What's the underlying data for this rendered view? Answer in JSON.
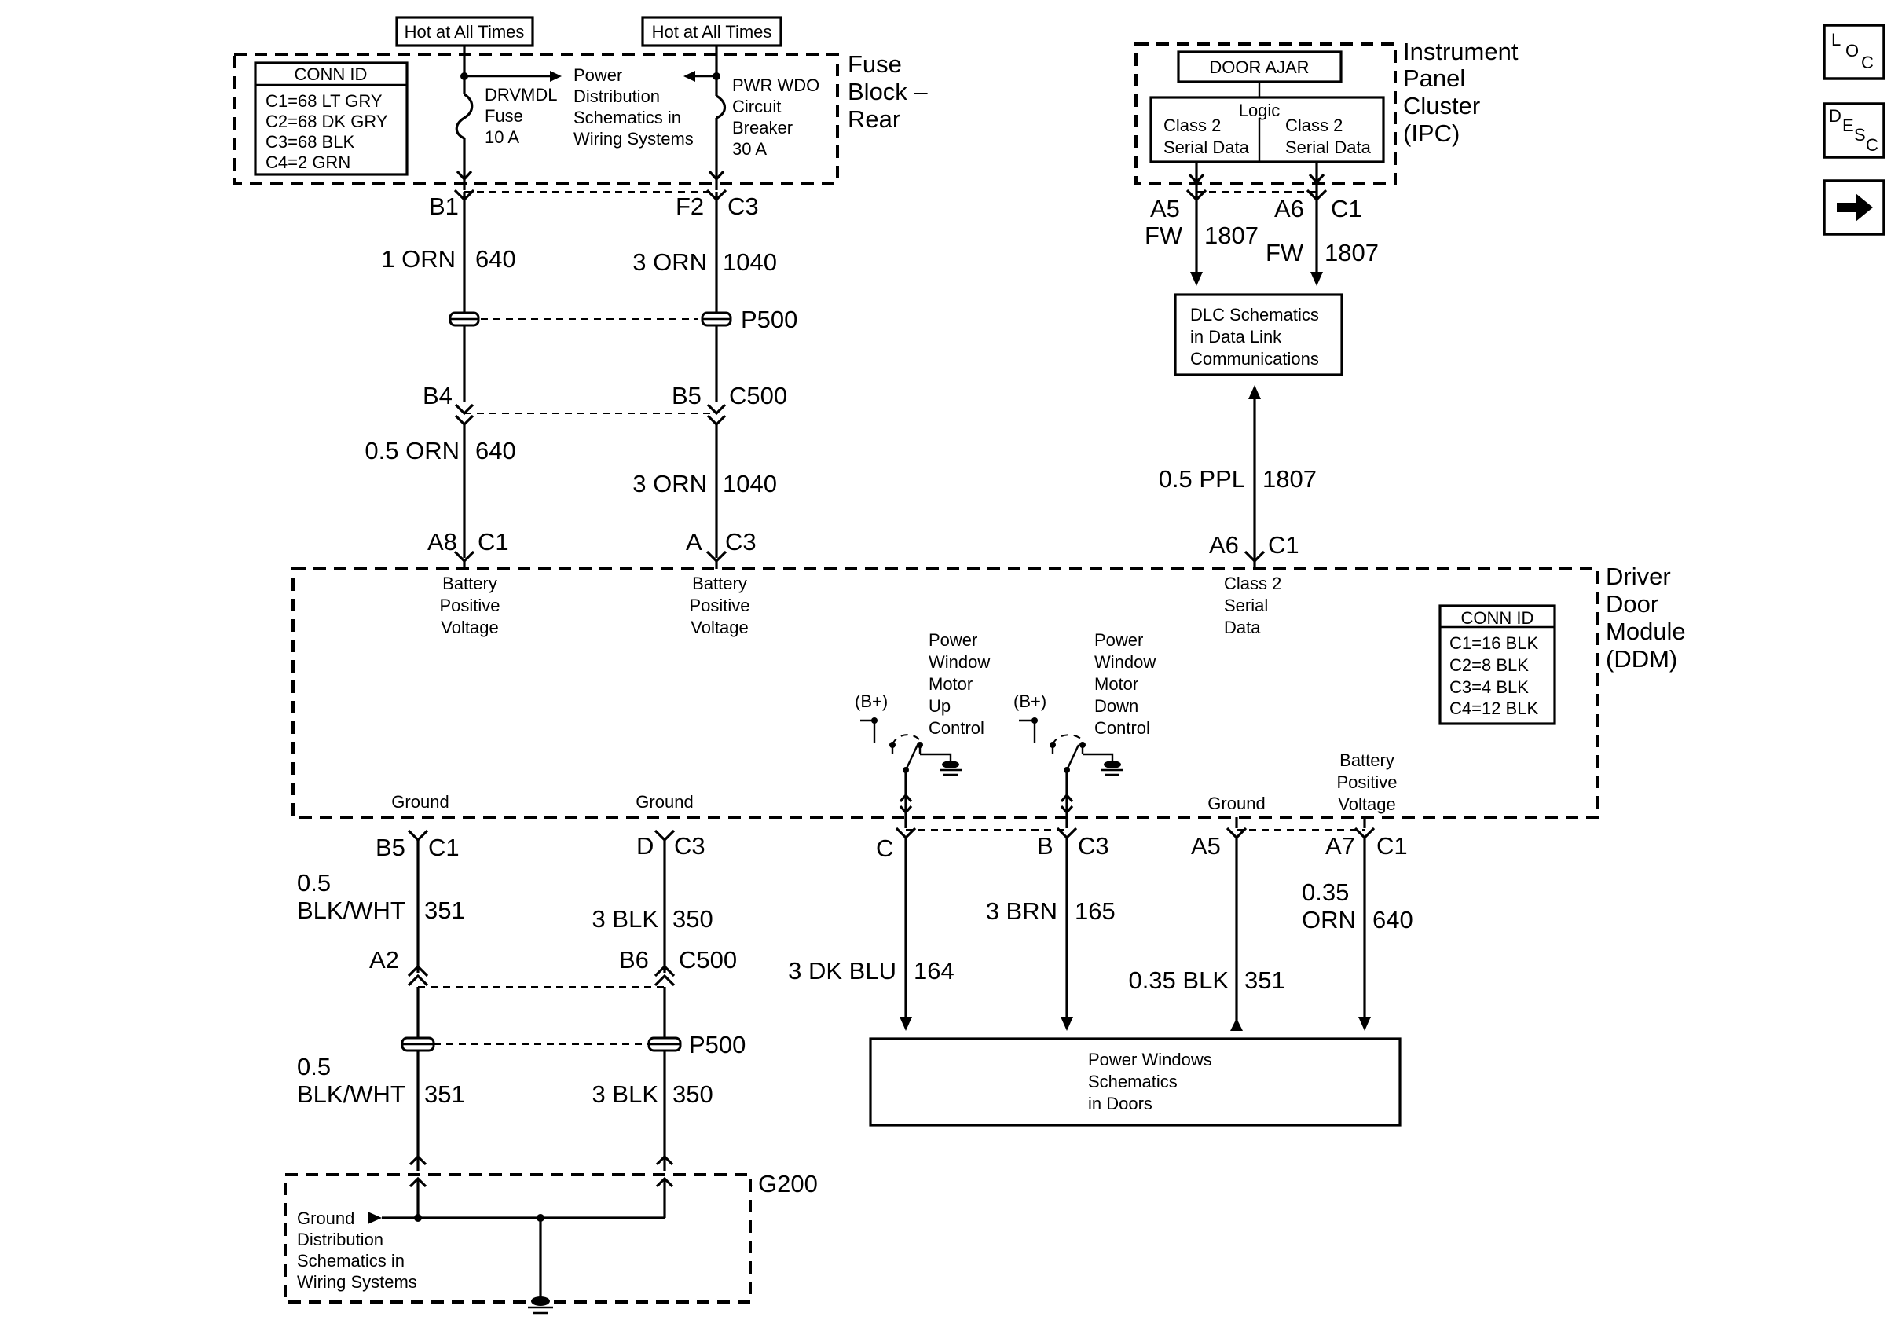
{
  "hot_labels": {
    "left": "Hot at All Times",
    "right": "Hot at All Times"
  },
  "fuse_block": {
    "name": [
      "Fuse",
      "Block –",
      "Rear"
    ],
    "conn_id": {
      "title": "CONN ID",
      "lines": [
        "C1=68 LT GRY",
        "C2=68 DK GRY",
        "C3=68 BLK",
        "C4=2 GRN"
      ]
    },
    "fuse": [
      "DRVMDL",
      "Fuse",
      "10 A"
    ],
    "breaker": [
      "PWR WDO",
      "Circuit",
      "Breaker",
      "30 A"
    ],
    "power_dist": [
      "Power",
      "Distribution",
      "Schematics in",
      "Wiring Systems"
    ]
  },
  "ipc": {
    "name": [
      "Instrument",
      "Panel",
      "Cluster",
      "(IPC)"
    ],
    "door_ajar": "DOOR AJAR",
    "logic": "Logic",
    "left_serial": [
      "Class 2",
      "Serial Data"
    ],
    "right_serial": [
      "Class 2",
      "Serial Data"
    ]
  },
  "dlc": [
    "DLC Schematics",
    "in Data Link",
    "Communications"
  ],
  "upper_wires": {
    "b1": "B1",
    "f2": "F2",
    "c3_top": "C3",
    "w1_gauge": "1 ORN",
    "w1_circuit": "640",
    "w2_gauge": "3 ORN",
    "w2_circuit": "1040",
    "p500": "P500",
    "b4": "B4",
    "b5": "B5",
    "c500": "C500",
    "w3_gauge": "0.5 ORN",
    "w3_circuit": "640",
    "w4_gauge": "3 ORN",
    "w4_circuit": "1040",
    "a8": "A8",
    "c1a": "C1",
    "a": "A",
    "c3b": "C3",
    "ipc_a5": "A5",
    "ipc_fw1": "FW",
    "ipc_1807a": "1807",
    "ipc_a6": "A6",
    "ipc_c1": "C1",
    "ipc_fw2": "FW",
    "ipc_1807b": "1807",
    "ppl_gauge": "0.5 PPL",
    "ppl_circuit": "1807",
    "ddm_a6": "A6",
    "ddm_c1": "C1"
  },
  "ddm": {
    "name": [
      "Driver",
      "Door",
      "Module",
      "(DDM)"
    ],
    "batt1": [
      "Battery",
      "Positive",
      "Voltage"
    ],
    "batt2": [
      "Battery",
      "Positive",
      "Voltage"
    ],
    "class2": [
      "Class 2",
      "Serial",
      "Data"
    ],
    "conn_id": {
      "title": "CONN ID",
      "lines": [
        "C1=16 BLK",
        "C2=8 BLK",
        "C3=4 BLK",
        "C4=12 BLK"
      ]
    },
    "up_control": [
      "Power",
      "Window",
      "Motor",
      "Up",
      "Control"
    ],
    "down_control": [
      "Power",
      "Window",
      "Motor",
      "Down",
      "Control"
    ],
    "bplus1": "(B+)",
    "bplus2": "(B+)",
    "ground1": "Ground",
    "ground2": "Ground",
    "ground3": "Ground",
    "batt3": [
      "Battery",
      "Positive",
      "Voltage"
    ]
  },
  "lower_wires": {
    "b5": "B5",
    "c1": "C1",
    "d": "D",
    "c3": "C3",
    "g1a": "0.5",
    "g1b": "BLK/WHT",
    "c351a": "351",
    "g2": "3 BLK",
    "c350a": "350",
    "a2": "A2",
    "b6": "B6",
    "c500": "C500",
    "p500": "P500",
    "g3a": "0.5",
    "g3b": "BLK/WHT",
    "c351b": "351",
    "g4": "3 BLK",
    "c350b": "350",
    "c_pin": "C",
    "b_pin": "B",
    "c3_pin": "C3",
    "dkblu": "3 DK BLU",
    "c164": "164",
    "brn": "3 BRN",
    "c165": "165",
    "a5": "A5",
    "a7": "A7",
    "c1b": "C1",
    "blk035": "0.35 BLK",
    "c351c": "351",
    "orn035a": "0.35",
    "orn035b": "ORN",
    "c640": "640"
  },
  "power_windows": [
    "Power Windows",
    "Schematics",
    "in Doors"
  ],
  "g200": {
    "name": "G200",
    "ground_dist": [
      "Ground",
      "Distribution",
      "Schematics in",
      "Wiring Systems"
    ]
  },
  "nav": {
    "loc": [
      "L",
      "O",
      "C"
    ],
    "desc": [
      "D",
      "E",
      "S",
      "C"
    ]
  }
}
